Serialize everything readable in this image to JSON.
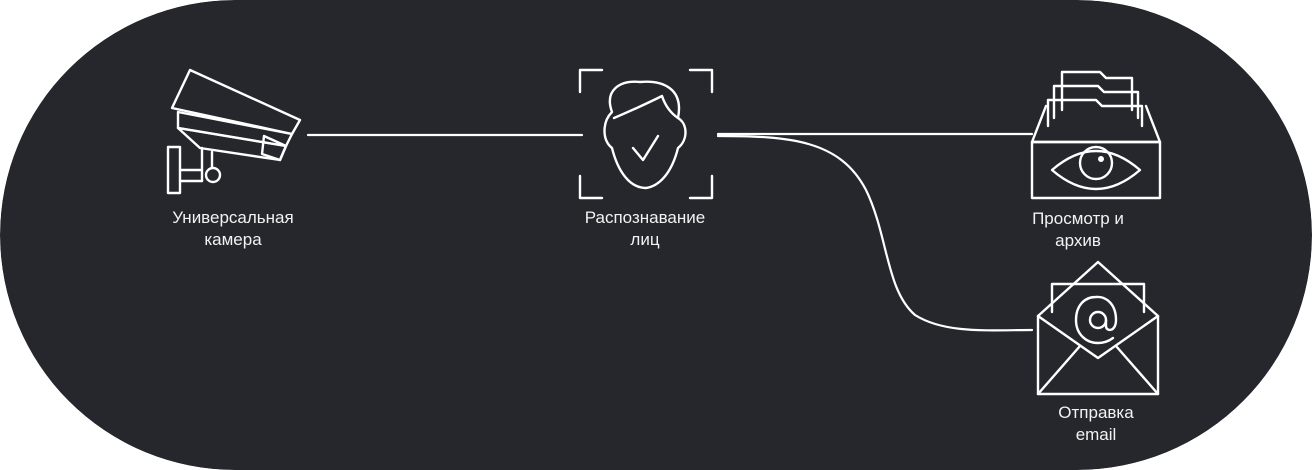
{
  "colors": {
    "background": "#25272d",
    "stroke": "#ffffff",
    "text": "#f2f2f2"
  },
  "nodes": {
    "camera": {
      "icon": "cctv-camera-icon",
      "label": "Универсальная\nкамера"
    },
    "face": {
      "icon": "face-recognition-icon",
      "label": "Распознавание\nлиц"
    },
    "archive": {
      "icon": "archive-eye-icon",
      "label": "Просмотр и\nархив"
    },
    "email": {
      "icon": "email-envelope-icon",
      "label": "Отправка\nemail"
    }
  },
  "edges": [
    {
      "from": "camera",
      "to": "face"
    },
    {
      "from": "face",
      "to": "archive"
    },
    {
      "from": "face",
      "to": "email"
    }
  ]
}
